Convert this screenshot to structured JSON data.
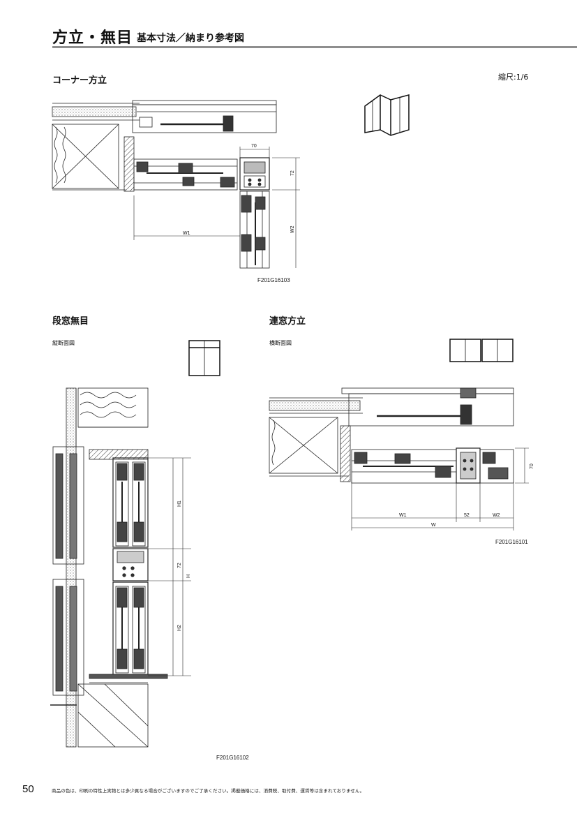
{
  "header": {
    "title": "方立・無目",
    "subtitle": "基本寸法／納まり参考図"
  },
  "scale": "縮尺:1/6",
  "sections": {
    "corner_mullion": {
      "title": "コーナー方立",
      "code": "F201G16103",
      "dims": {
        "top": "70",
        "side": "72",
        "w1": "W1",
        "w2": "W2"
      }
    },
    "stacked_transom": {
      "title": "段窓無目",
      "view": "縦断面図",
      "code": "F201G16102",
      "dims": {
        "h1": "H1",
        "mid": "72",
        "h": "H",
        "h2": "H2"
      }
    },
    "linked_mullion": {
      "title": "連窓方立",
      "view": "横断面図",
      "code": "F201G16101",
      "dims": {
        "w1": "W1",
        "mid": "52",
        "w2": "W2",
        "w": "W",
        "height": "70"
      }
    }
  },
  "footer": {
    "page_number": "50",
    "note": "商品の色は、印刷の特性上実物とは多少異なる場合がございますのでご了承ください。掲載価格には、消費税、取付費、運賃等は含まれておりません。"
  }
}
